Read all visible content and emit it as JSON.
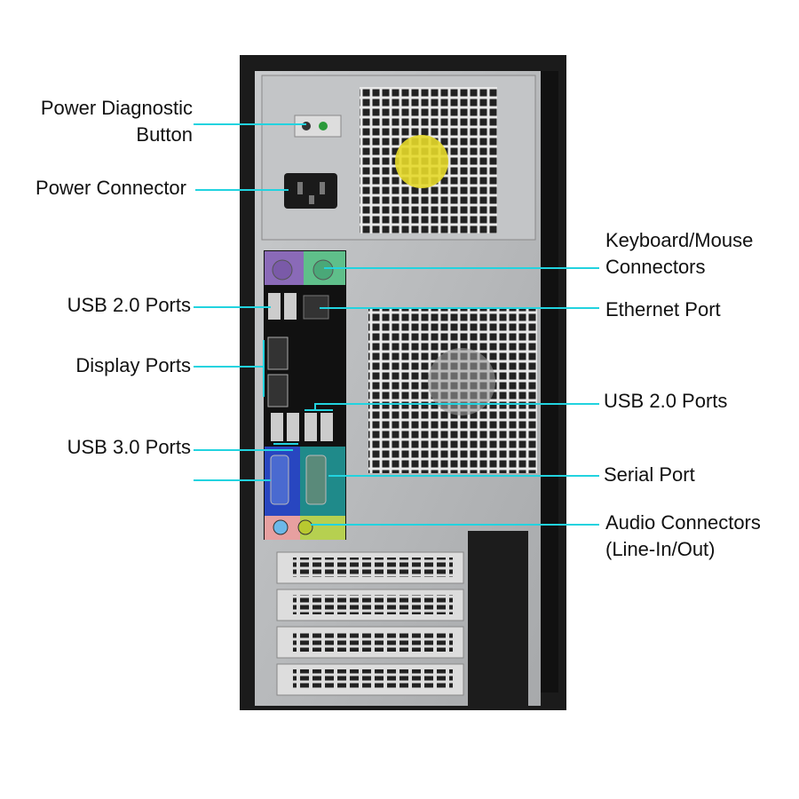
{
  "title": "Computer tower rear panel ports",
  "colors": {
    "leader_line": "#22d3df",
    "case": "#1a1a1a",
    "panel": "#b9bbbd"
  },
  "labels": {
    "power_diag_1": "Power Diagnostic",
    "power_diag_2": "Button",
    "power_connector": "Power Connector",
    "usb2_left": "USB 2.0 Ports",
    "display_ports": "Display Ports",
    "usb3": "USB 3.0 Ports",
    "kbm_1": "Keyboard/Mouse",
    "kbm_2": "Connectors",
    "ethernet": "Ethernet Port",
    "usb2_right": "USB 2.0 Ports",
    "serial": "Serial Port",
    "audio_1": "Audio Connectors",
    "audio_2": "(Line-In/Out)"
  }
}
